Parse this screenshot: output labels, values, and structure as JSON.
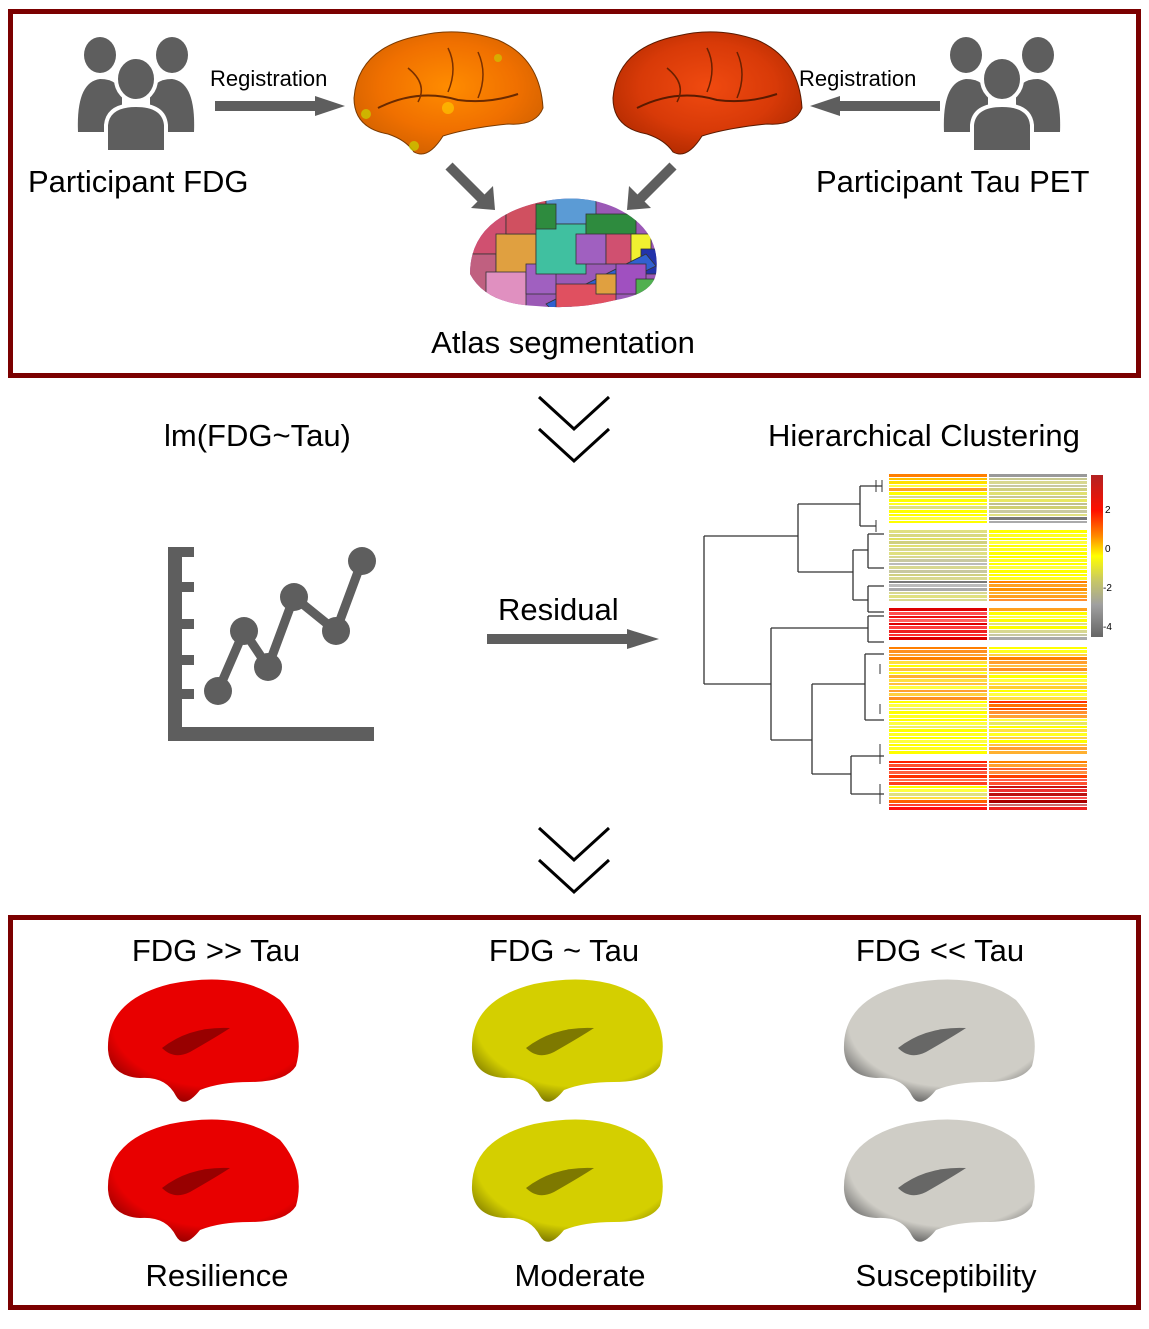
{
  "top_panel": {
    "left_group_label": "Participant FDG",
    "right_group_label": "Participant Tau PET",
    "left_arrow_label": "Registration",
    "right_arrow_label": "Registration",
    "atlas_label": "Atlas segmentation",
    "icons": {
      "left_people": "people-group-icon",
      "right_people": "people-group-icon",
      "fdg_brain": "brain-surface-fdg",
      "tau_brain": "brain-surface-tau",
      "atlas_brain": "brain-atlas-parcellation"
    }
  },
  "middle": {
    "lm_label": "lm(FDG~Tau)",
    "clustering_label": "Hierarchical Clustering",
    "residual_label": "Residual",
    "chevron_icon": "double-chevron-down-icon",
    "line_chart_icon": "line-chart-icon"
  },
  "heatmap": {
    "colorbar_ticks": [
      "2",
      "0",
      "-2",
      "-4"
    ],
    "colorbar_colors": [
      "#b22222",
      "#ff2a00",
      "#ff8c00",
      "#ffff00",
      "#c8c864",
      "#a0a0a0",
      "#666666"
    ],
    "columns": 2,
    "clusters": [
      {
        "rows": 14,
        "col1": [
          "#ff7f00",
          "#ffc000",
          "#ffe000",
          "#ffff40",
          "#ffa020",
          "#ffff00",
          "#d8d890",
          "#ffff00",
          "#ffff20",
          "#e0e080",
          "#ffff00",
          "#ffff00",
          "#ffff40",
          "#ffff00"
        ],
        "col2": [
          "#999999",
          "#c8c890",
          "#d8d890",
          "#c8c8a0",
          "#d0d080",
          "#e0e070",
          "#c8c890",
          "#e8e860",
          "#c0c090",
          "#d0d070",
          "#c8c8a0",
          "#e0e080",
          "#777777",
          "#aaaaaa"
        ]
      },
      {
        "rows": 20,
        "col1": [
          "#e0e080",
          "#d8d880",
          "#e0e060",
          "#d0d080",
          "#e0e070",
          "#d8d890",
          "#e0e080",
          "#d8d890",
          "#c8c8a0",
          "#bbbbbb",
          "#d8d890",
          "#c8c8a0",
          "#d0d080",
          "#d8d890",
          "#777777",
          "#bbbbbb",
          "#aaaaaa",
          "#d8d890",
          "#e0e080",
          "#d8d890"
        ],
        "col2": [
          "#ffff00",
          "#ffff20",
          "#ffff00",
          "#ffff40",
          "#ffff00",
          "#ffff20",
          "#ffff00",
          "#ffff00",
          "#ffff20",
          "#ffff00",
          "#ffff40",
          "#ffff00",
          "#ffff00",
          "#ffff20",
          "#ff7f00",
          "#ffa020",
          "#ff9000",
          "#ffb030",
          "#ffa020",
          "#ff9030"
        ]
      },
      {
        "rows": 9,
        "col1": [
          "#dd0000",
          "#ff5050",
          "#ee1010",
          "#ff6060",
          "#dd0000",
          "#ff4040",
          "#ee2020",
          "#ff3030",
          "#dd0000"
        ],
        "col2": [
          "#ffa020",
          "#ffff00",
          "#ffff40",
          "#ffff00",
          "#e0e080",
          "#ffff00",
          "#d8d890",
          "#c8c8a0",
          "#aaaaaa"
        ]
      },
      {
        "rows": 30,
        "col1": [
          "#ff7f00",
          "#ff9020",
          "#ffa030",
          "#ff8000",
          "#ffe040",
          "#ffff00",
          "#ffc040",
          "#ffff20",
          "#ffb030",
          "#ffe040",
          "#ffc040",
          "#ffff40",
          "#ffa030",
          "#ffd040",
          "#ff9020",
          "#ffff00",
          "#ffff40",
          "#f0f060",
          "#ffff00",
          "#ffff20",
          "#ffff00",
          "#ffff40",
          "#f0f060",
          "#ffff00",
          "#ffff20",
          "#ffff00",
          "#ffff40",
          "#ffff00",
          "#ffff20",
          "#ffff00"
        ],
        "col2": [
          "#ffff00",
          "#ffff20",
          "#ffd040",
          "#ff8000",
          "#ffa030",
          "#ffc040",
          "#ff9020",
          "#ffe040",
          "#ffff00",
          "#ffff40",
          "#ffe040",
          "#ffd030",
          "#ffff00",
          "#ffff40",
          "#ffe040",
          "#ff3000",
          "#ff7000",
          "#ff5000",
          "#ff9030",
          "#ffa030",
          "#ffff40",
          "#e8e860",
          "#ffff00",
          "#ffe040",
          "#ffff20",
          "#ffd040",
          "#ffff00",
          "#ffc040",
          "#ffa030",
          "#ffb030"
        ]
      },
      {
        "rows": 14,
        "col1": [
          "#ff2000",
          "#ff5030",
          "#ee1010",
          "#ff6040",
          "#ff3000",
          "#ff7050",
          "#ff4020",
          "#ffff00",
          "#ffff40",
          "#e0e080",
          "#ffe040",
          "#ff6000",
          "#ff4030",
          "#ff1010"
        ],
        "col2": [
          "#ff8000",
          "#ffa030",
          "#ff6030",
          "#ff9040",
          "#ff4000",
          "#ff6050",
          "#ff5030",
          "#cc1010",
          "#ee3030",
          "#bb1010",
          "#ff5050",
          "#aa0000",
          "#cc7070",
          "#ee2020"
        ]
      }
    ]
  },
  "dendrogram_icon": "dendrogram",
  "bottom_panel": {
    "groups": [
      {
        "title": "FDG >> Tau",
        "caption": "Resilience",
        "color": "#e80000",
        "shadow": "#8a0000"
      },
      {
        "title": "FDG ~ Tau",
        "caption": "Moderate",
        "color": "#d4cf00",
        "shadow": "#6e6a00"
      },
      {
        "title": "FDG << Tau",
        "caption": "Susceptibility",
        "color": "#cfcdc6",
        "shadow": "#555555"
      }
    ]
  },
  "colors": {
    "panel_border": "#7b0000",
    "icon_gray": "#5e5e5e"
  }
}
